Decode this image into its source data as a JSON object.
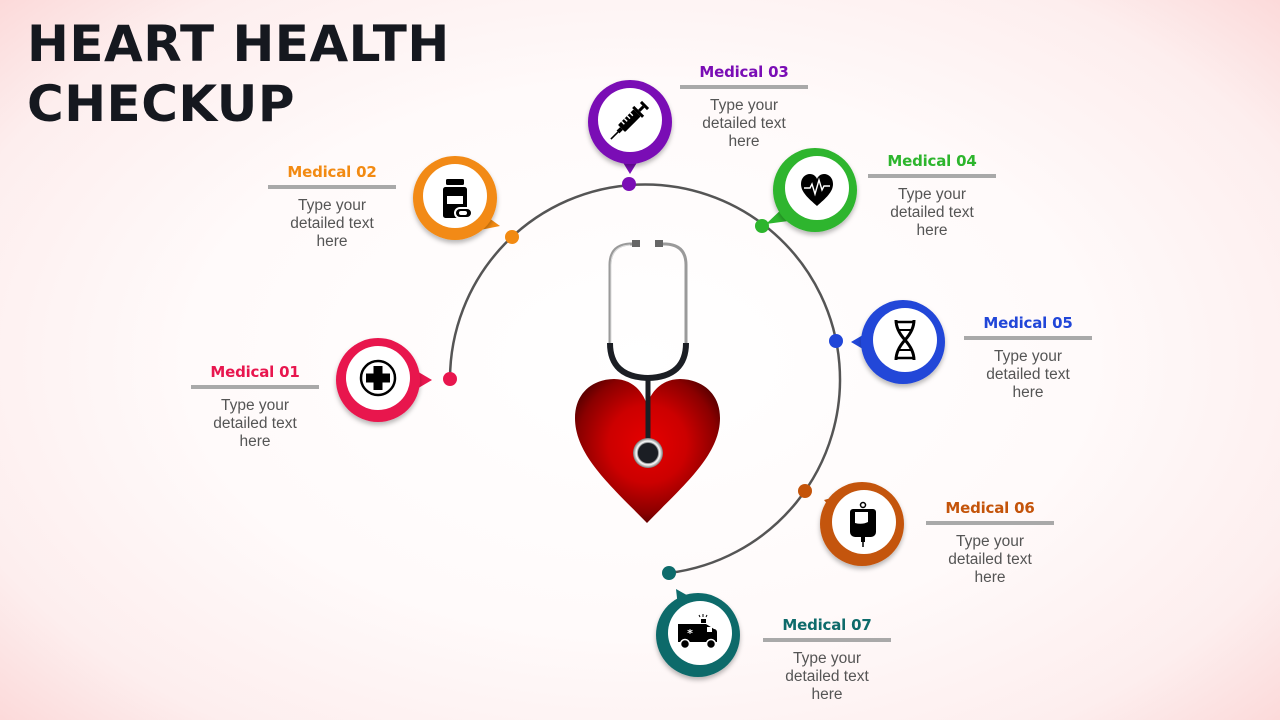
{
  "title": {
    "line1": "HEART HEALTH",
    "line2": "CHECKUP"
  },
  "center": {
    "icon": "heart-with-stethoscope",
    "heart_color": "#d10000"
  },
  "arc_color": "#555555",
  "items": [
    {
      "id": "01",
      "heading": "Medical 01",
      "text": "Type your detailed text here",
      "color": "#e8164e",
      "icon": "medical-cross-icon"
    },
    {
      "id": "02",
      "heading": "Medical 02",
      "text": "Type your detailed text here",
      "color": "#f28a12",
      "icon": "pill-bottle-icon"
    },
    {
      "id": "03",
      "heading": "Medical 03",
      "text": "Type your detailed text here",
      "color": "#7a0db5",
      "icon": "syringe-icon"
    },
    {
      "id": "04",
      "heading": "Medical 04",
      "text": "Type your detailed text here",
      "color": "#2db52d",
      "icon": "heartbeat-icon"
    },
    {
      "id": "05",
      "heading": "Medical 05",
      "text": "Type your detailed text here",
      "color": "#2146d8",
      "icon": "dna-icon"
    },
    {
      "id": "06",
      "heading": "Medical 06",
      "text": "Type your detailed text here",
      "color": "#c4540a",
      "icon": "iv-bag-icon"
    },
    {
      "id": "07",
      "heading": "Medical 07",
      "text": "Type your detailed text here",
      "color": "#0e6b6b",
      "icon": "ambulance-icon"
    }
  ]
}
